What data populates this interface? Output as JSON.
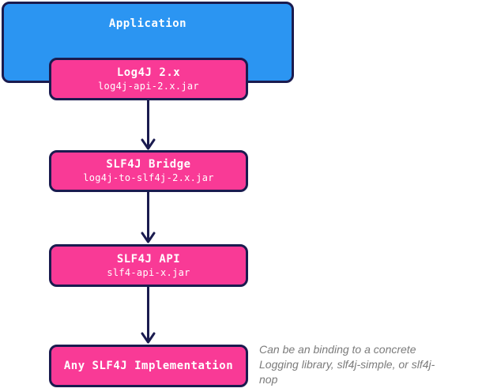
{
  "diagram": {
    "application": {
      "label": "Application"
    },
    "nodes": [
      {
        "id": "log4j",
        "title": "Log4J 2.x",
        "subtitle": "log4j-api-2.x.jar"
      },
      {
        "id": "bridge",
        "title": "SLF4J Bridge",
        "subtitle": "log4j-to-slf4j-2.x.jar"
      },
      {
        "id": "api",
        "title": "SLF4J API",
        "subtitle": "slf4-api-x.jar"
      },
      {
        "id": "impl",
        "title": "Any SLF4J Implementation",
        "subtitle": ""
      }
    ],
    "note": {
      "lines": [
        "Can be an binding to a concrete",
        "Logging library, slf4j-simple, or slf4j-",
        "nop"
      ]
    },
    "colors": {
      "container_fill": "#2b95f2",
      "node_fill": "#f93a96",
      "border_and_arrows": "#1a1b4f",
      "node_text": "#ffffff",
      "note_text": "#7b7b7b",
      "background": "#ffffff"
    }
  }
}
